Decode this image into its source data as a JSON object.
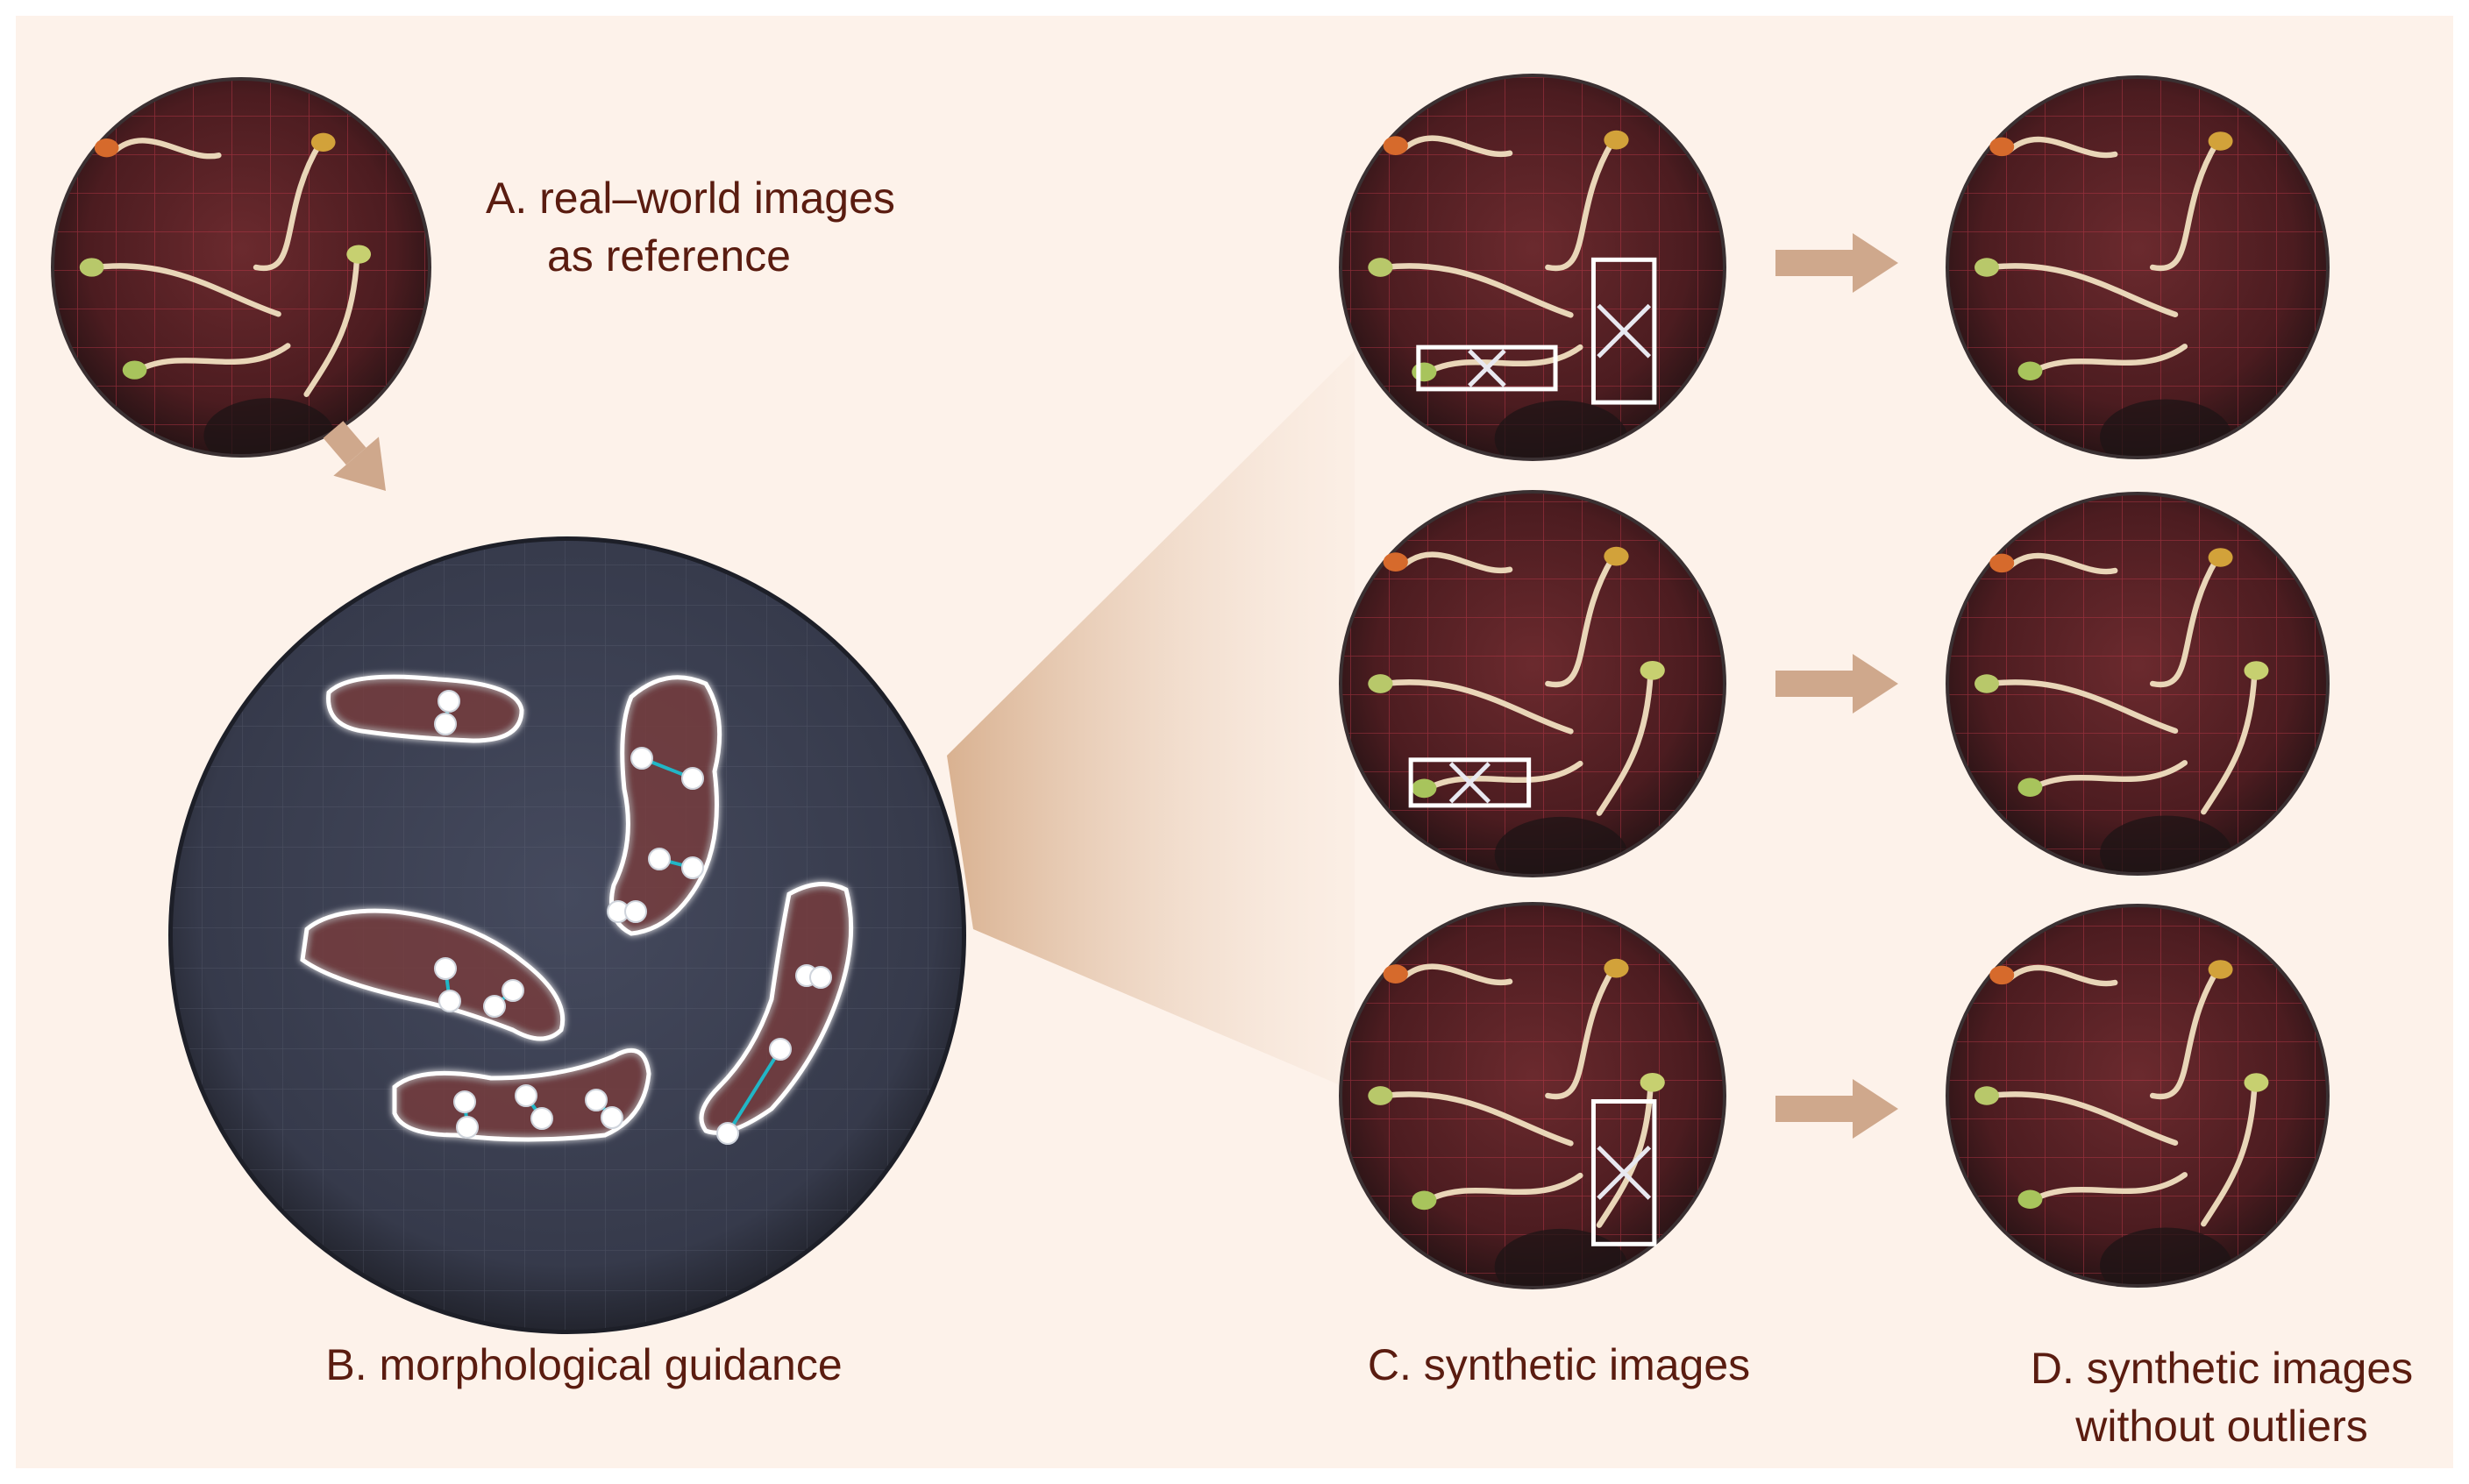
{
  "figure": {
    "labels": {
      "a_line1": "A. real–world images",
      "a_line2": "as reference",
      "b": "B. morphological guidance",
      "c": "C. synthetic images",
      "d_line1": "D. synthetic images",
      "d_line2": "without outliers"
    },
    "panels": {
      "a": {
        "count": 1,
        "content": "real-world petri dish with seedlings"
      },
      "b": {
        "count": 1,
        "content": "seedling masks with keypoints"
      },
      "c": {
        "count": 3,
        "content": "synthetic petri dishes with outlier boxes"
      },
      "d": {
        "count": 3,
        "content": "synthetic petri dishes, outliers removed"
      }
    },
    "colors": {
      "background": "#fdf2ea",
      "caption_text": "#5a1c10",
      "arrow": "#cfa88c",
      "dish_base": "#4a1a1e",
      "grid_line": "#c2394a",
      "guidance_dish": "#3a3d4f",
      "mask_outline": "#ffffff",
      "keypoint": "#ffffff",
      "keypoint_link": "#21b6c6",
      "outlier_box": "#ffffff"
    }
  }
}
